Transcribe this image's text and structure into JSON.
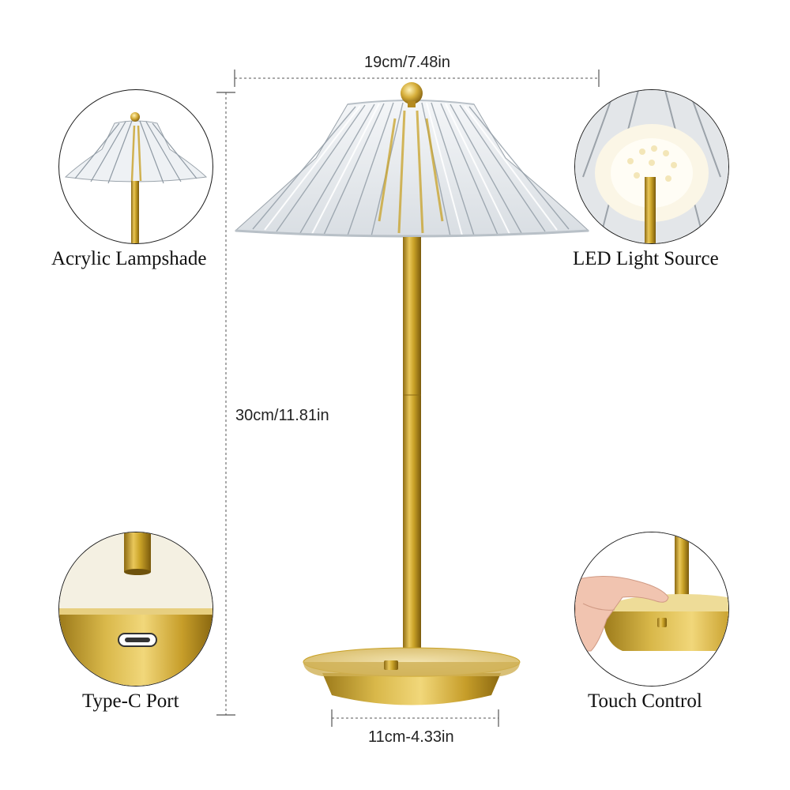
{
  "dimensions": {
    "width_label": "19cm/7.48in",
    "height_label": "30cm/11.81in",
    "base_label": "11cm-4.33in"
  },
  "features": {
    "lampshade": "Acrylic Lampshade",
    "led": "LED Light Source",
    "port": "Type-C Port",
    "touch": "Touch Control"
  },
  "colors": {
    "gold": "#C9A227",
    "gold_dark": "#8C6A12",
    "acrylic": "#E8ECEF",
    "dimension_line": "#555555"
  }
}
